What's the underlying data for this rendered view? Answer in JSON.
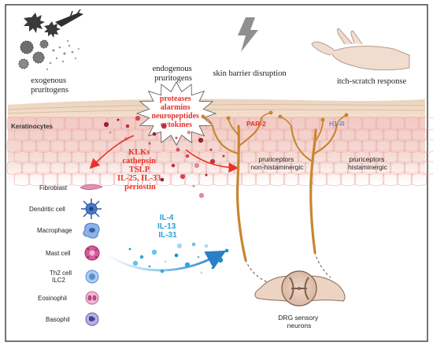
{
  "top": {
    "exogenous": [
      "exogenous",
      "pruritogens"
    ],
    "endogenous": [
      "endogenous",
      "pruritogens"
    ],
    "barrier": "skin barrier disruption",
    "itch": "itch-scratch response"
  },
  "starburst": [
    "proteases",
    "alarmins",
    "neuropeptides",
    "cytokines"
  ],
  "keratinocytes": "Keratinocytes",
  "mediators": [
    "KLKs",
    "cathepsin",
    "TSLP",
    "IL-25, IL-33",
    "periostin"
  ],
  "receptors": {
    "par2": "PAR-2",
    "h1r": "H1-R"
  },
  "pruriceptors": {
    "non_hist": [
      "pruriceptors",
      "non-histaminergic"
    ],
    "hist": [
      "pruriceptors",
      "histaminergic"
    ]
  },
  "cells": [
    "Fibroblast",
    "Dendritic cell",
    "Macrophage",
    "Mast cell",
    "Th2 cell",
    "ILC2",
    "Eosinophil",
    "Basophil"
  ],
  "interleukins": [
    "IL-4",
    "IL-13",
    "IL-31"
  ],
  "drg": [
    "DRG sensory",
    "neurons"
  ],
  "colors": {
    "red": "#e8322b",
    "blue": "#2a8fd0",
    "nerve": "#c8862e",
    "skin": "#f3d8c4",
    "border": "#2b2b2b"
  }
}
